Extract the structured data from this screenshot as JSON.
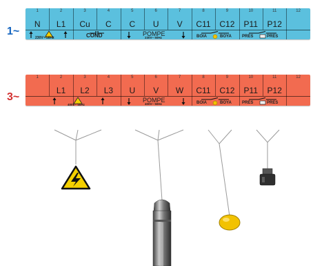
{
  "strip_single": {
    "marker": "1~",
    "marker_color": "#1565c0",
    "bg_color": "#5bc0de",
    "numbers": [
      "1",
      "2",
      "3",
      "4",
      "5",
      "6",
      "7",
      "8",
      "9",
      "10",
      "11",
      "12"
    ],
    "labels": [
      "N",
      "L1",
      "Cu",
      "C",
      "C",
      "U",
      "V",
      "C11",
      "C12",
      "P11",
      "P12",
      ""
    ],
    "supply_text": "230V~ 50Hz",
    "cond_text": "COND",
    "pompe_text": "POMPE",
    "pompe_sub": "230V~ 50Hz",
    "boia_left": "BOIA",
    "boia_right": "BOYA",
    "pres_left": "PRES",
    "pres_right": "PRES"
  },
  "strip_three": {
    "marker": "3~",
    "marker_color": "#d32f2f",
    "bg_color": "#f26b50",
    "numbers": [
      "1",
      "2",
      "3",
      "4",
      "5",
      "6",
      "7",
      "8",
      "9",
      "10",
      "11",
      "12"
    ],
    "labels": [
      "",
      "L1",
      "L2",
      "L3",
      "U",
      "V",
      "W",
      "C11",
      "C12",
      "P11",
      "P12",
      ""
    ],
    "supply_text": "400V~ 50Hz",
    "pompe_text": "POMPE",
    "pompe_sub": "400V~ 50Hz",
    "boia_left": "BOIA",
    "boia_right": "BOYA",
    "pres_left": "PRES",
    "pres_right": "PRES"
  },
  "colors": {
    "warning_yellow": "#f5d000",
    "float_yellow": "#f2c200",
    "line_color": "#9a9a9a"
  },
  "icons": [
    "warning-triangle-icon",
    "high-voltage-sign-icon",
    "submersible-pump-icon",
    "float-switch-icon",
    "pressure-switch-icon"
  ]
}
